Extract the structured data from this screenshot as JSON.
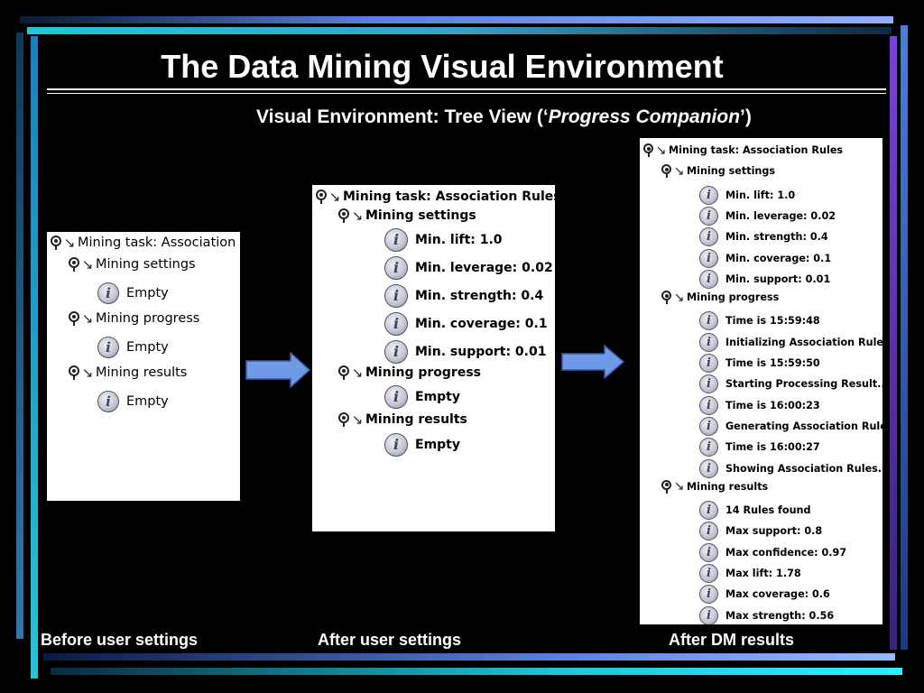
{
  "slide": {
    "title": "The Data Mining Visual Environment",
    "subtitle_prefix": "Visual Environment",
    "subtitle_colon": ": Tree View (‘",
    "subtitle_italic": "Progress Companion",
    "subtitle_suffix": "’)"
  },
  "colors": {
    "background": "#000000",
    "accent_cyan": "#1ec8d8",
    "accent_blue": "#5b7fe0",
    "accent_purple": "#7b3fe0",
    "flow_arrow": "#6f9ae8"
  },
  "panels": [
    {
      "caption": "Before user settings",
      "tree": [
        {
          "level": 0,
          "kind": "branch",
          "label": "Mining task: Association Rules"
        },
        {
          "level": 1,
          "kind": "branch",
          "label": "Mining settings"
        },
        {
          "level": 2,
          "kind": "leaf",
          "label": "Empty"
        },
        {
          "level": 1,
          "kind": "branch",
          "label": "Mining progress"
        },
        {
          "level": 2,
          "kind": "leaf",
          "label": "Empty"
        },
        {
          "level": 1,
          "kind": "branch",
          "label": "Mining results"
        },
        {
          "level": 2,
          "kind": "leaf",
          "label": "Empty"
        }
      ]
    },
    {
      "caption": "After user settings",
      "tree": [
        {
          "level": 0,
          "kind": "branch",
          "label": "Mining task: Association Rules"
        },
        {
          "level": 1,
          "kind": "branch",
          "label": "Mining settings"
        },
        {
          "level": 2,
          "kind": "leaf",
          "label": "Min. lift: 1.0"
        },
        {
          "level": 2,
          "kind": "leaf",
          "label": "Min. leverage: 0.02"
        },
        {
          "level": 2,
          "kind": "leaf",
          "label": "Min. strength: 0.4"
        },
        {
          "level": 2,
          "kind": "leaf",
          "label": "Min. coverage: 0.1"
        },
        {
          "level": 2,
          "kind": "leaf",
          "label": "Min. support: 0.01"
        },
        {
          "level": 1,
          "kind": "branch",
          "label": "Mining progress"
        },
        {
          "level": 2,
          "kind": "leaf",
          "label": "Empty"
        },
        {
          "level": 1,
          "kind": "branch",
          "label": "Mining results"
        },
        {
          "level": 2,
          "kind": "leaf",
          "label": "Empty"
        }
      ]
    },
    {
      "caption": "After DM results",
      "tree": [
        {
          "level": 0,
          "kind": "branch",
          "label": "Mining task: Association Rules"
        },
        {
          "level": 1,
          "kind": "branch",
          "label": "Mining settings"
        },
        {
          "level": 2,
          "kind": "leaf",
          "label": "Min. lift: 1.0"
        },
        {
          "level": 2,
          "kind": "leaf",
          "label": "Min. leverage: 0.02"
        },
        {
          "level": 2,
          "kind": "leaf",
          "label": "Min. strength: 0.4"
        },
        {
          "level": 2,
          "kind": "leaf",
          "label": "Min. coverage: 0.1"
        },
        {
          "level": 2,
          "kind": "leaf",
          "label": "Min. support: 0.01"
        },
        {
          "level": 1,
          "kind": "branch",
          "label": "Mining progress"
        },
        {
          "level": 2,
          "kind": "leaf",
          "label": "Time is 15:59:48"
        },
        {
          "level": 2,
          "kind": "leaf",
          "label": "Initializing Association Rules..."
        },
        {
          "level": 2,
          "kind": "leaf",
          "label": "Time is 15:59:50"
        },
        {
          "level": 2,
          "kind": "leaf",
          "label": "Starting Processing Result..."
        },
        {
          "level": 2,
          "kind": "leaf",
          "label": "Time is 16:00:23"
        },
        {
          "level": 2,
          "kind": "leaf",
          "label": "Generating Association Rules..."
        },
        {
          "level": 2,
          "kind": "leaf",
          "label": "Time is 16:00:27"
        },
        {
          "level": 2,
          "kind": "leaf",
          "label": "Showing Association Rules..."
        },
        {
          "level": 1,
          "kind": "branch",
          "label": "Mining results"
        },
        {
          "level": 2,
          "kind": "leaf",
          "label": "14 Rules found"
        },
        {
          "level": 2,
          "kind": "leaf",
          "label": "Max support: 0.8"
        },
        {
          "level": 2,
          "kind": "leaf",
          "label": "Max confidence: 0.97"
        },
        {
          "level": 2,
          "kind": "leaf",
          "label": "Max lift: 1.78"
        },
        {
          "level": 2,
          "kind": "leaf",
          "label": "Max coverage: 0.6"
        },
        {
          "level": 2,
          "kind": "leaf",
          "label": "Max strength: 0.56"
        }
      ]
    }
  ],
  "icons": {
    "branch_pin": "pin-icon",
    "branch_arrow": "expand-arrow-icon",
    "leaf": "info-icon",
    "flow": "right-arrow-icon"
  }
}
